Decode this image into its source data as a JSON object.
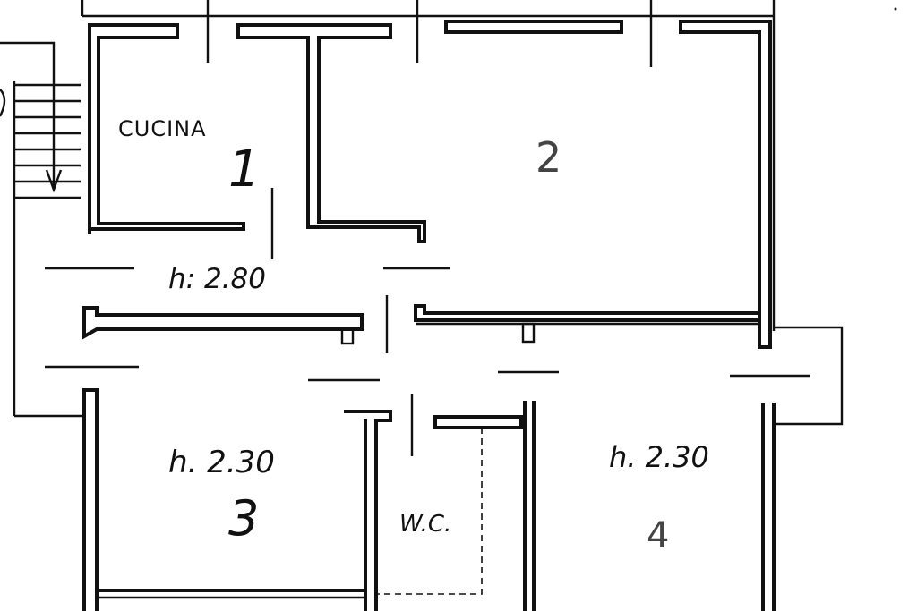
{
  "labels": {
    "kitchen": "CUCINA",
    "room1_number": "1",
    "room2_number": "2",
    "height_hall": "h: 2.80",
    "height_room3": "h. 2.30",
    "room3_number": "3",
    "wc": "W.C.",
    "height_room4": "h. 2.30",
    "room4_number": "4"
  }
}
